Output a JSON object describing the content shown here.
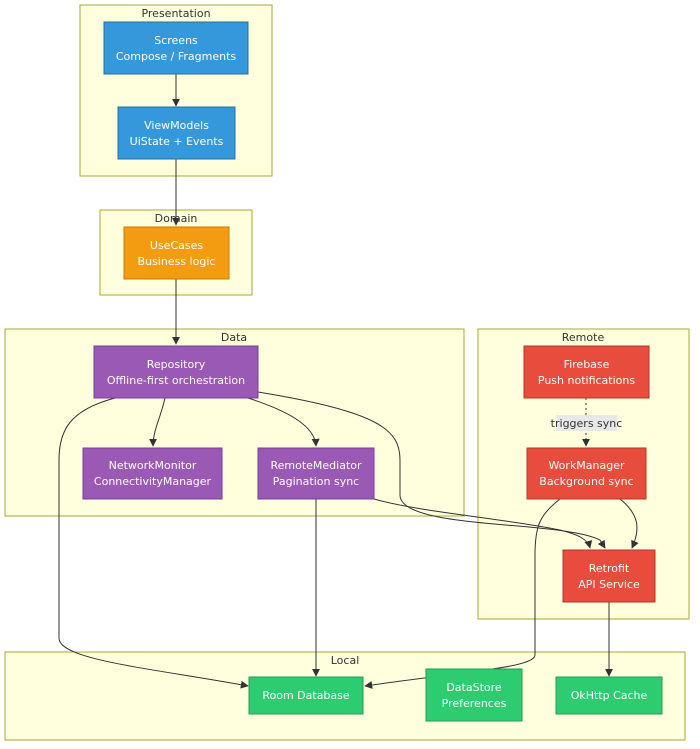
{
  "groups": {
    "presentation": "Presentation",
    "domain": "Domain",
    "data": "Data",
    "remote": "Remote",
    "local": "Local"
  },
  "nodes": {
    "screens": {
      "line1": "Screens",
      "line2": "Compose / Fragments"
    },
    "viewmodels": {
      "line1": "ViewModels",
      "line2": "UiState + Events"
    },
    "usecases": {
      "line1": "UseCases",
      "line2": "Business logic"
    },
    "repository": {
      "line1": "Repository",
      "line2": "Offline-first orchestration"
    },
    "network_monitor": {
      "line1": "NetworkMonitor",
      "line2": "ConnectivityManager"
    },
    "remote_mediator": {
      "line1": "RemoteMediator",
      "line2": "Pagination sync"
    },
    "firebase": {
      "line1": "Firebase",
      "line2": "Push notifications"
    },
    "workmanager": {
      "line1": "WorkManager",
      "line2": "Background sync"
    },
    "retrofit": {
      "line1": "Retrofit",
      "line2": "API Service"
    },
    "room": {
      "line1": "Room Database"
    },
    "datastore": {
      "line1": "DataStore",
      "line2": "Preferences"
    },
    "okhttp": {
      "line1": "OkHttp Cache"
    }
  },
  "edge_labels": {
    "triggers_sync": "triggers sync"
  },
  "colors": {
    "presentation": "#3498db",
    "domain": "#f39c12",
    "data": "#9b59b6",
    "remote": "#e74c3c",
    "local": "#2ecc71",
    "group_fill": "#ffffde",
    "group_stroke": "#aaaa33"
  }
}
